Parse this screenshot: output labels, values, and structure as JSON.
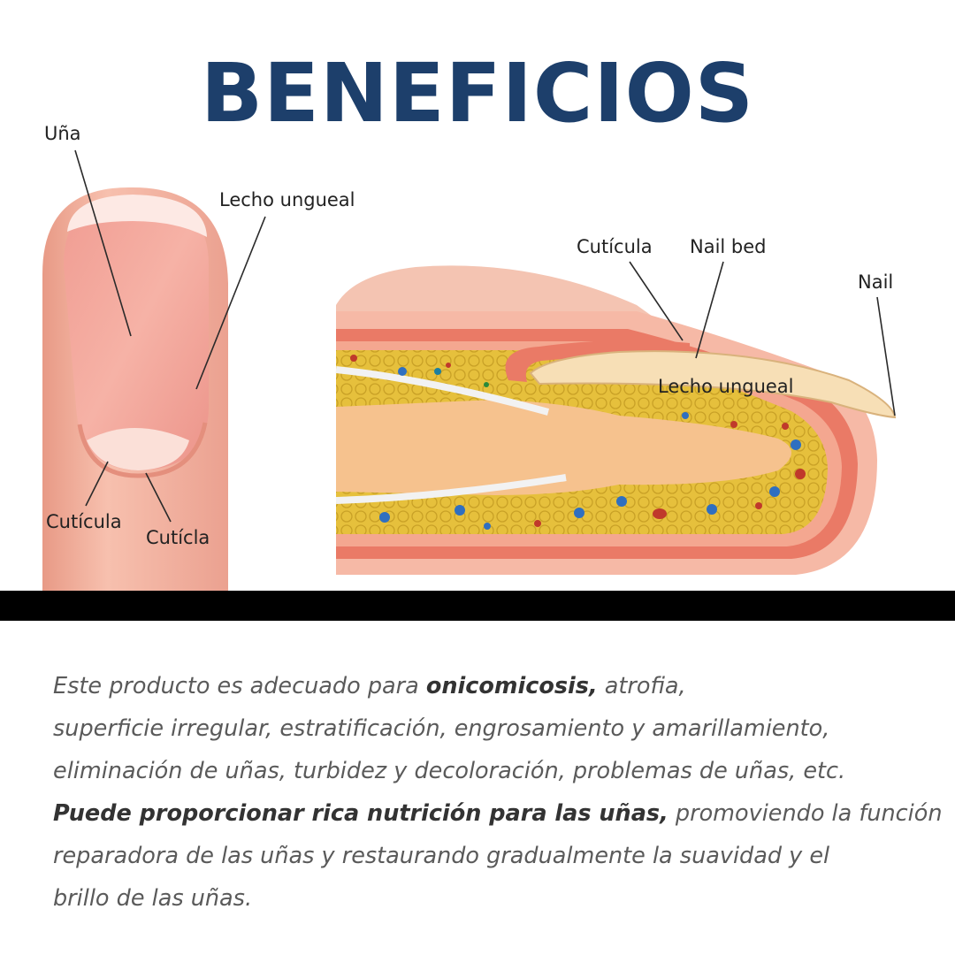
{
  "title": "BENEFICIOS",
  "left_labels": {
    "nail": "Uña",
    "nail_bed": "Lecho ungueal",
    "cuticle_1": "Cutícula",
    "cuticle_2": "Cutícla"
  },
  "right_labels": {
    "cuticle": "Cutícula",
    "nail_bed": "Nail bed",
    "nail": "Nail",
    "nail_bed_es": "Lecho ungueal"
  },
  "colors": {
    "title": "#1d3f6b",
    "skin": "#f5b5a0",
    "nail": "#f4a59b",
    "tissue": "#e8c63a",
    "text": "#5a5a5a"
  },
  "description": {
    "l1_a": "Este producto es adecuado para ",
    "l1_b": "onicomicosis,",
    "l1_c": " atrofia,",
    "l2": "superficie irregular, estratificación, engrosamiento y amarillamiento,",
    "l3": "eliminación de uñas, turbidez y decoloración, problemas de uñas, etc.",
    "l4_a": "Puede proporcionar rica nutrición para las uñas,",
    "l4_b": " promoviendo la función",
    "l5": "reparadora de las uñas y restaurando gradualmente la suavidad y el",
    "l6": "brillo de las uñas."
  }
}
